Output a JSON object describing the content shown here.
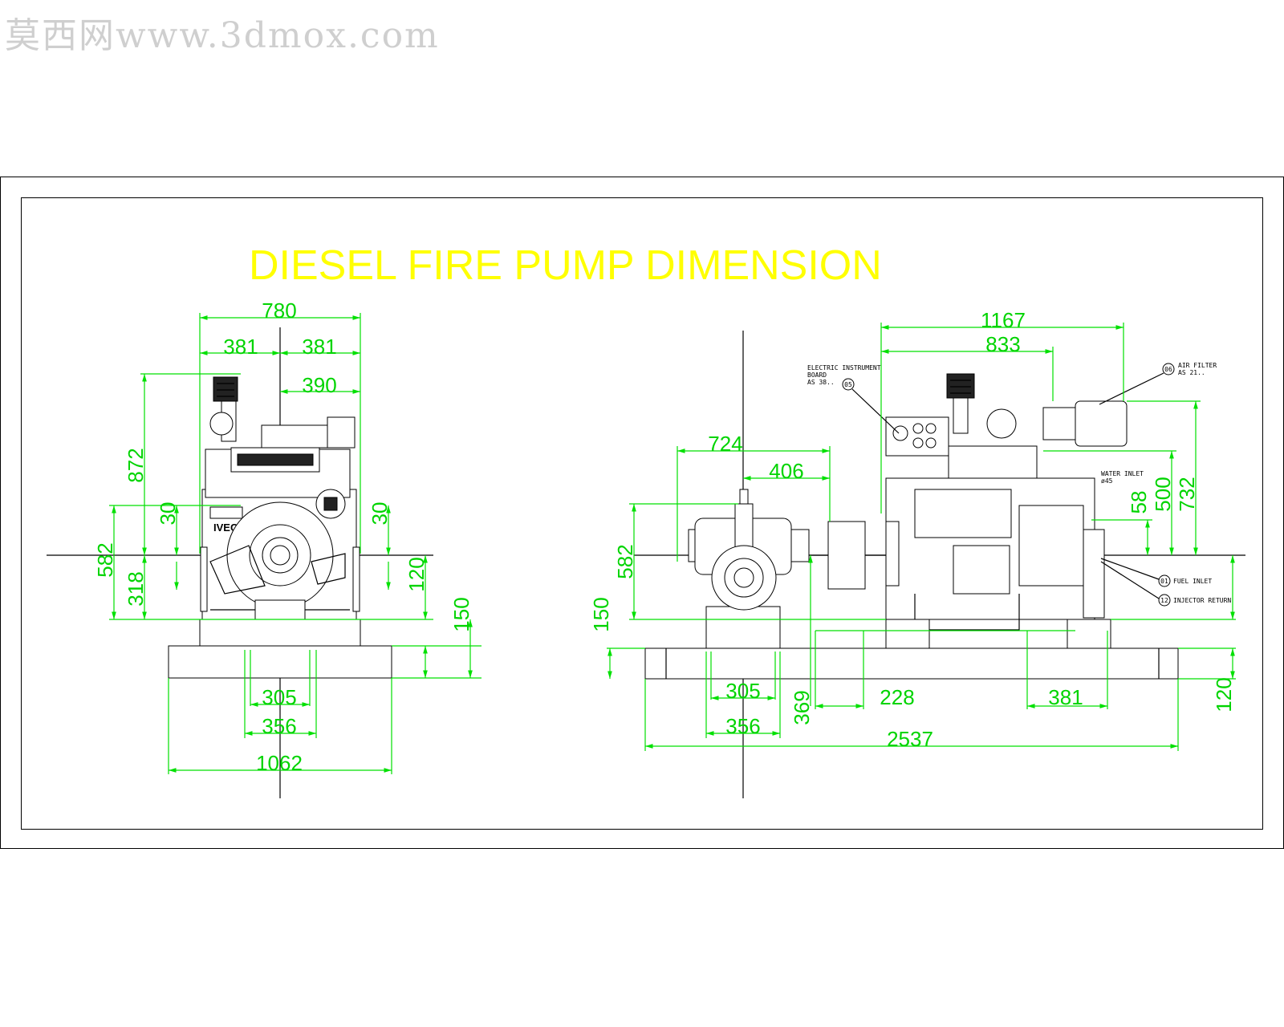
{
  "watermark": "莫西网www.3dmox.com",
  "title": "DIESEL FIRE PUMP DIMENSION",
  "front_view": {
    "dims": [
      "780",
      "381",
      "381",
      "390",
      "872",
      "30",
      "30",
      "582",
      "318",
      "120",
      "150",
      "305",
      "356",
      "1062"
    ]
  },
  "side_view": {
    "dims": [
      "1167",
      "833",
      "724",
      "406",
      "582",
      "150",
      "58",
      "500",
      "732",
      "305",
      "356",
      "369",
      "228",
      "381",
      "2537",
      "120"
    ]
  },
  "callouts": {
    "electric_board_line1": "ELECTRIC INSTRUMENT",
    "electric_board_line2": "BOARD",
    "electric_board_line3": "AS 38..",
    "electric_board_num": "05",
    "air_filter_num": "06",
    "air_filter_line1": "AIR FILTER",
    "air_filter_line2": "AS 21..",
    "water_inlet_line1": "WATER INLET",
    "water_inlet_line2": "ø45",
    "fuel_inlet_num": "01",
    "fuel_inlet": "FUEL INLET",
    "injector_return_num": "12",
    "injector_return": "INJECTOR RETURN",
    "brand": "IVECO"
  }
}
